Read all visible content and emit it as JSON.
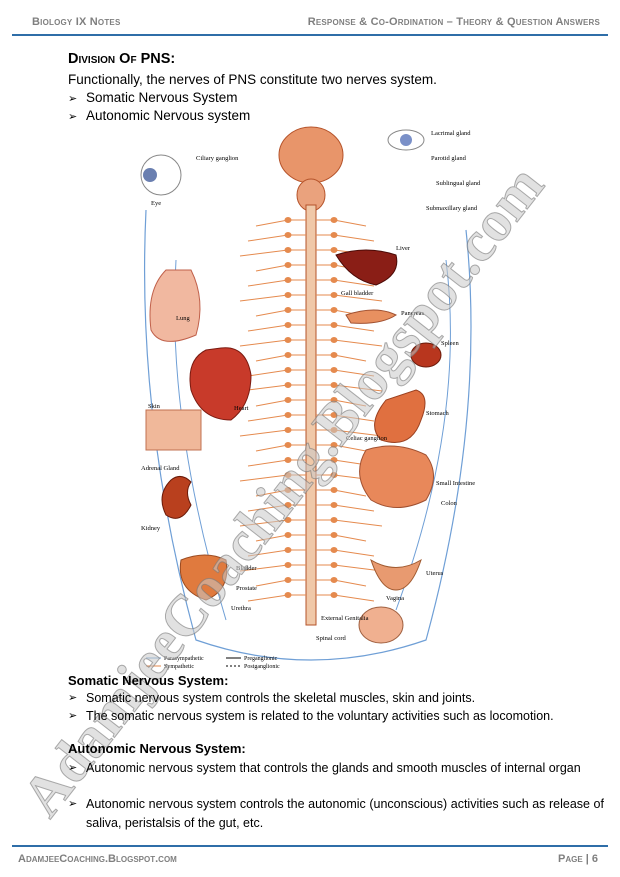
{
  "header": {
    "left": "Biology IX Notes",
    "right": "Response & Co-Ordination – Theory & Question Answers"
  },
  "section1": {
    "title": "Division Of PNS:",
    "intro": "Functionally, the nerves of PNS constitute two nerves system.",
    "items": [
      "Somatic Nervous System",
      "Autonomic Nervous system"
    ]
  },
  "figure": {
    "labels": {
      "spinal_cord": "Spinal cord",
      "external_genitalia": "External Genitalia",
      "heart": "Heart",
      "lung": "Lung",
      "liver": "Liver",
      "stomach": "Stomach",
      "kidney": "Kidney",
      "adrenal": "Adrenal Gland",
      "bladder": "Bladder",
      "prostate": "Prostate",
      "urethra": "Urethra",
      "uterus": "Uterus",
      "vagina": "Vagina",
      "colon": "Colon",
      "small_intestine": "Small Intestine",
      "pancreas": "Pancreas",
      "spleen": "Spleen",
      "eye": "Eye",
      "skin": "Skin",
      "gall_bladder": "Gall bladder",
      "celiac": "Celiac ganglion",
      "parasympathetic": "Parasympathetic",
      "sympathetic": "Sympathetic",
      "preganglionic": "Preganglionic",
      "postganglionic": "Postganglionic",
      "lacrimal": "Lacrimal gland",
      "parotid": "Parotid gland",
      "submaxillary": "Submaxillary gland",
      "sublingual": "Sublingual gland",
      "ciliary": "Ciliary ganglion"
    }
  },
  "section2": {
    "title": "Somatic Nervous System:",
    "items": [
      "Somatic nervous system controls the skeletal muscles, skin and joints.",
      "The somatic nervous system is related to the voluntary activities such as locomotion."
    ]
  },
  "section3": {
    "title": "Autonomic Nervous System:",
    "items": [
      "Autonomic nervous system that controls the glands and smooth muscles of internal organ",
      "Autonomic nervous system controls the autonomic (unconscious) activities such as release of saliva, peristalsis of the gut, etc."
    ]
  },
  "watermark": "AdamjeeCoaching.Blogspot.com",
  "footer": {
    "left": "AdamjeeCoaching.Blogspot.com",
    "right": "Page | 6"
  },
  "colors": {
    "accent": "#2f6ea8",
    "organ": "#d9652e",
    "nerve": "#e58a4e",
    "nerve_blue": "#6f9fd6"
  }
}
